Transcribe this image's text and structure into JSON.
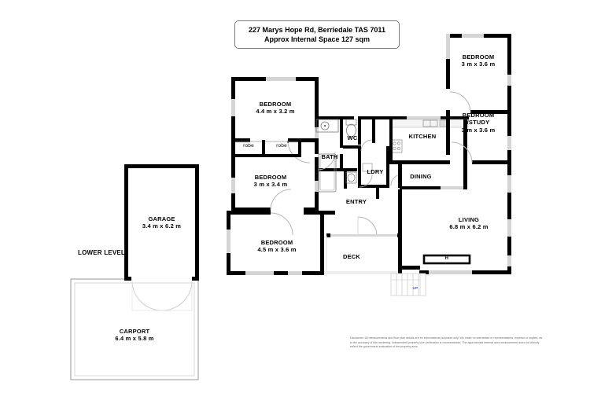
{
  "title": {
    "line1": "227 Marys Hope Rd, Berriedale TAS 7011",
    "line2": "Approx Internal Space 127 sqm"
  },
  "levels": {
    "lower_level_label": "LOWER LEVEL"
  },
  "rooms": [
    {
      "id": "bedroom-main",
      "name": "BEDROOM",
      "dims": "4.4 m x 3.2 m"
    },
    {
      "id": "bedroom-2",
      "name": "BEDROOM",
      "dims": "3 m x 3.4 m"
    },
    {
      "id": "bedroom-3",
      "name": "BEDROOM",
      "dims": "4.5 m x 3.6 m"
    },
    {
      "id": "bedroom-4",
      "name": "BEDROOM",
      "dims": "3 m x 3.6 m"
    },
    {
      "id": "bedroom-study",
      "name": "BEDROOM",
      "name2": "/STUDY",
      "dims": "3 m x 3.6 m"
    },
    {
      "id": "living",
      "name": "LIVING",
      "dims": "6.8 m x 6.2 m"
    },
    {
      "id": "garage",
      "name": "GARAGE",
      "dims": "3.4 m x 6.2 m"
    },
    {
      "id": "carport",
      "name": "CARPORT",
      "dims": "6.4 m x 5.8 m"
    }
  ],
  "service_rooms": [
    {
      "id": "bath",
      "name": "BATH"
    },
    {
      "id": "wc",
      "name": "WC"
    },
    {
      "id": "ldry",
      "name": "LDRY"
    },
    {
      "id": "kitchen",
      "name": "KITCHEN"
    },
    {
      "id": "dining",
      "name": "DINING"
    },
    {
      "id": "entry",
      "name": "ENTRY"
    },
    {
      "id": "deck",
      "name": "DECK"
    }
  ],
  "robes": [
    {
      "id": "robe-left",
      "label": "robe"
    },
    {
      "id": "robe-right",
      "label": "robe"
    }
  ],
  "markers": {
    "stair_up": "UP",
    "hob": "H"
  },
  "disclaimer": "Disclaimer: All measurements and floor plan details are for informational purposes only. We make no warranties or representations, express or implied, as to the accuracy of this rendering. Independent property size verification is recommended. The approximate internal area measurement does not directly reflect the government evaluation of the property area.",
  "colors": {
    "wall": "#000000",
    "thin_wall": "#3a3a3a",
    "background": "#ffffff",
    "light_wall": "#d8d8d8",
    "fixture_stroke": "#5a5a5a",
    "up_marker": "#5b5bbf",
    "disclaimer_text": "#6d6d6d",
    "title_border": "#7a7a7a"
  }
}
